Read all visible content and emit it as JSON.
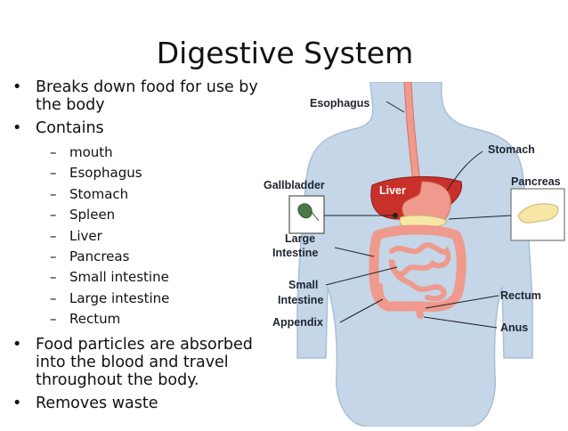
{
  "title": "Digestive System",
  "bullets": [
    {
      "text": "Breaks down food for use by the body"
    },
    {
      "text": "Contains"
    },
    {
      "text": "Food particles are absorbed into the blood and travel throughout the body."
    },
    {
      "text": "Removes waste"
    }
  ],
  "contains_items": [
    "mouth",
    "Esophagus",
    "Stomach",
    "Spleen",
    "Liver",
    "Pancreas",
    "Small intestine",
    "Large intestine",
    "Rectum"
  ],
  "diagram_labels": {
    "esophagus": "Esophagus",
    "stomach": "Stomach",
    "pancreas": "Pancreas",
    "gallbladder": "Gallbladder",
    "liver": "Liver",
    "large_intestine_1": "Large",
    "large_intestine_2": "Intestine",
    "small_intestine_1": "Small",
    "small_intestine_2": "Intestine",
    "rectum": "Rectum",
    "appendix": "Appendix",
    "anus": "Anus"
  },
  "colors": {
    "body": "#c4d6e8",
    "liver": "#c8302a",
    "intestine": "#ef9a8c",
    "pancreas": "#f7e7a6"
  }
}
